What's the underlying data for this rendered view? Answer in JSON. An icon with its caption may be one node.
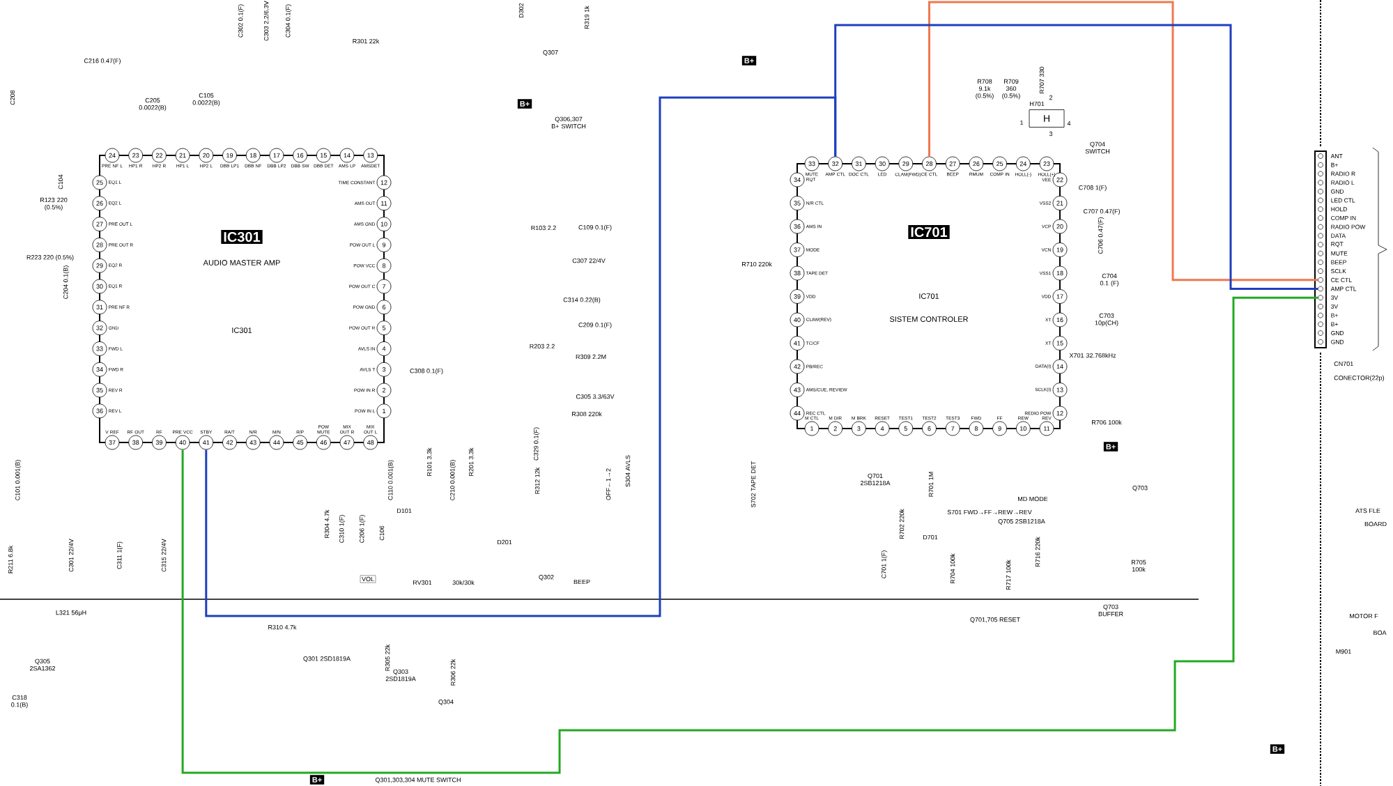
{
  "diagram": {
    "nodes": [
      {
        "text": [
          "IC301",
          "AUDIO MASTER AMP",
          "IC301"
        ]
      },
      {
        "text": [
          "1"
        ],
        "in": 0,
        "beside": [
          "POW IN L"
        ]
      },
      {
        "text": [
          "2"
        ],
        "in": 0,
        "beside": [
          "POW IN R"
        ]
      },
      {
        "text": [
          "3"
        ],
        "in": 0,
        "beside": [
          "AVLS T"
        ]
      },
      {
        "text": [
          "4"
        ],
        "in": 0,
        "beside": [
          "AVLS IN"
        ]
      },
      {
        "text": [
          "5"
        ],
        "in": 0,
        "beside": [
          "POW OUT R"
        ]
      },
      {
        "text": [
          "6"
        ],
        "in": 0,
        "beside": [
          "POW GND"
        ]
      },
      {
        "text": [
          "7"
        ],
        "in": 0,
        "beside": [
          "POW OUT C"
        ]
      },
      {
        "text": [
          "8"
        ],
        "in": 0,
        "beside": [
          "POW VCC"
        ]
      },
      {
        "text": [
          "9"
        ],
        "in": 0,
        "beside": [
          "POW OUT L"
        ]
      },
      {
        "text": [
          "10"
        ],
        "in": 0,
        "beside": [
          "AMS GND"
        ]
      },
      {
        "text": [
          "11"
        ],
        "in": 0,
        "beside": [
          "AMS OUT"
        ]
      },
      {
        "text": [
          "12"
        ],
        "in": 0,
        "beside": [
          "TIME CONSTANT"
        ]
      },
      {
        "text": [
          "13"
        ],
        "in": 0,
        "beside": [
          "AMSDET"
        ]
      },
      {
        "text": [
          "14"
        ],
        "in": 0,
        "beside": [
          "AMS LP"
        ]
      },
      {
        "text": [
          "15"
        ],
        "in": 0,
        "beside": [
          "DBB DET"
        ]
      },
      {
        "text": [
          "16"
        ],
        "in": 0,
        "beside": [
          "DBB SW"
        ]
      },
      {
        "text": [
          "17"
        ],
        "in": 0,
        "beside": [
          "DBB LP2"
        ]
      },
      {
        "text": [
          "18"
        ],
        "in": 0,
        "beside": [
          "DBB NF"
        ]
      },
      {
        "text": [
          "19"
        ],
        "in": 0,
        "beside": [
          "DBB LP1"
        ]
      },
      {
        "text": [
          "20"
        ],
        "in": 0,
        "beside": [
          "HP2 L"
        ]
      },
      {
        "text": [
          "21"
        ],
        "in": 0,
        "beside": [
          "HP1 L"
        ]
      },
      {
        "text": [
          "22"
        ],
        "in": 0,
        "beside": [
          "HP2 R"
        ]
      },
      {
        "text": [
          "23"
        ],
        "in": 0,
        "beside": [
          "HP1 R"
        ]
      },
      {
        "text": [
          "24"
        ],
        "in": 0,
        "beside": [
          "PRE NF L"
        ]
      },
      {
        "text": [
          "25"
        ],
        "in": 0,
        "beside": [
          "EQ1 L"
        ]
      },
      {
        "text": [
          "26"
        ],
        "in": 0,
        "beside": [
          "EQ2 L"
        ]
      },
      {
        "text": [
          "27"
        ],
        "in": 0,
        "beside": [
          "PRE OUT L"
        ]
      },
      {
        "text": [
          "28"
        ],
        "in": 0,
        "beside": [
          "PRE OUT R"
        ]
      },
      {
        "text": [
          "29"
        ],
        "in": 0,
        "beside": [
          "EQ2 R"
        ]
      },
      {
        "text": [
          "30"
        ],
        "in": 0,
        "beside": [
          "EQ1 R"
        ]
      },
      {
        "text": [
          "31"
        ],
        "in": 0,
        "beside": [
          "PRE NF R"
        ]
      },
      {
        "text": [
          "32"
        ],
        "in": 0,
        "beside": [
          "GND"
        ]
      },
      {
        "text": [
          "33"
        ],
        "in": 0,
        "beside": [
          "FWD L"
        ]
      },
      {
        "text": [
          "34"
        ],
        "in": 0,
        "beside": [
          "FWD R"
        ]
      },
      {
        "text": [
          "35"
        ],
        "in": 0,
        "beside": [
          "REV R"
        ]
      },
      {
        "text": [
          "36"
        ],
        "in": 0,
        "beside": [
          "REV L"
        ]
      },
      {
        "text": [
          "37"
        ],
        "in": 0,
        "beside": [
          "V REF"
        ]
      },
      {
        "text": [
          "38"
        ],
        "in": 0,
        "beside": [
          "RF OUT"
        ]
      },
      {
        "text": [
          "39"
        ],
        "in": 0,
        "beside": [
          "RF"
        ]
      },
      {
        "text": [
          "40"
        ],
        "in": 0,
        "beside": [
          "PRE VCC"
        ]
      },
      {
        "text": [
          "41"
        ],
        "in": 0,
        "beside": [
          "STBY"
        ]
      },
      {
        "text": [
          "42"
        ],
        "in": 0,
        "beside": [
          "RA/T"
        ]
      },
      {
        "text": [
          "43"
        ],
        "in": 0,
        "beside": [
          "N/R"
        ]
      },
      {
        "text": [
          "44"
        ],
        "in": 0,
        "beside": [
          "M/N"
        ]
      },
      {
        "text": [
          "45"
        ],
        "in": 0,
        "beside": [
          "R/P"
        ]
      },
      {
        "text": [
          "46"
        ],
        "in": 0,
        "beside": [
          "POW MUTE"
        ]
      },
      {
        "text": [
          "47"
        ],
        "in": 0,
        "beside": [
          "MIX OUT R"
        ]
      },
      {
        "text": [
          "48"
        ],
        "in": 0,
        "beside": [
          "MIX OUT L"
        ]
      },
      {
        "text": [
          "IC701",
          "IC701",
          "SISTEM CONTROLER"
        ]
      },
      {
        "text": [
          "1"
        ],
        "in": 49,
        "beside": [
          "M CTL"
        ]
      },
      {
        "text": [
          "2"
        ],
        "in": 49,
        "beside": [
          "M DIR"
        ]
      },
      {
        "text": [
          "3"
        ],
        "in": 49,
        "beside": [
          "M BRK"
        ]
      },
      {
        "text": [
          "4"
        ],
        "in": 49,
        "beside": [
          "RESET"
        ]
      },
      {
        "text": [
          "5"
        ],
        "in": 49,
        "beside": [
          "TEST1"
        ]
      },
      {
        "text": [
          "6"
        ],
        "in": 49,
        "beside": [
          "TEST2"
        ]
      },
      {
        "text": [
          "7"
        ],
        "in": 49,
        "beside": [
          "TEST3"
        ]
      },
      {
        "text": [
          "8"
        ],
        "in": 49,
        "beside": [
          "FWD"
        ]
      },
      {
        "text": [
          "9"
        ],
        "in": 49,
        "beside": [
          "FF"
        ]
      },
      {
        "text": [
          "10"
        ],
        "in": 49,
        "beside": [
          "REW"
        ]
      },
      {
        "text": [
          "11"
        ],
        "in": 49,
        "beside": [
          "REV"
        ]
      },
      {
        "text": [
          "12"
        ],
        "in": 49,
        "beside": [
          "REDIO POW"
        ]
      },
      {
        "text": [
          "13"
        ],
        "in": 49,
        "beside": [
          "SCLK(I)"
        ]
      },
      {
        "text": [
          "14"
        ],
        "in": 49,
        "beside": [
          "DATA(I)"
        ]
      },
      {
        "text": [
          "15"
        ],
        "in": 49,
        "beside": [
          "XT"
        ]
      },
      {
        "text": [
          "16"
        ],
        "in": 49,
        "beside": [
          "XT"
        ]
      },
      {
        "text": [
          "17"
        ],
        "in": 49,
        "beside": [
          "VDD"
        ]
      },
      {
        "text": [
          "18"
        ],
        "in": 49,
        "beside": [
          "VSS1"
        ]
      },
      {
        "text": [
          "19"
        ],
        "in": 49,
        "beside": [
          "VCN"
        ]
      },
      {
        "text": [
          "20"
        ],
        "in": 49,
        "beside": [
          "VCP"
        ]
      },
      {
        "text": [
          "21"
        ],
        "in": 49,
        "beside": [
          "VSS2"
        ]
      },
      {
        "text": [
          "22"
        ],
        "in": 49,
        "beside": [
          "VEE"
        ]
      },
      {
        "text": [
          "23"
        ],
        "in": 49,
        "beside": [
          "HOLL(+)"
        ]
      },
      {
        "text": [
          "24"
        ],
        "in": 49,
        "beside": [
          "HOLL(-)"
        ]
      },
      {
        "text": [
          "25"
        ],
        "in": 49,
        "beside": [
          "COMP IN"
        ]
      },
      {
        "text": [
          "26"
        ],
        "in": 49,
        "beside": [
          "RMUM"
        ]
      },
      {
        "text": [
          "27"
        ],
        "in": 49,
        "beside": [
          "BEEP"
        ]
      },
      {
        "text": [
          "28"
        ],
        "in": 49,
        "beside": [
          "CE CTL"
        ]
      },
      {
        "text": [
          "29"
        ],
        "in": 49,
        "beside": [
          "CLAM(FWD)"
        ]
      },
      {
        "text": [
          "30"
        ],
        "in": 49,
        "beside": [
          "LED"
        ]
      },
      {
        "text": [
          "31"
        ],
        "in": 49,
        "beside": [
          "DOC CTL"
        ]
      },
      {
        "text": [
          "32"
        ],
        "in": 49,
        "beside": [
          "AMP CTL"
        ]
      },
      {
        "text": [
          "33"
        ],
        "in": 49,
        "beside": [
          "MUTE"
        ]
      },
      {
        "text": [
          "34"
        ],
        "in": 49,
        "beside": [
          "RQT"
        ]
      },
      {
        "text": [
          "35"
        ],
        "in": 49,
        "beside": [
          "N/R CTL"
        ]
      },
      {
        "text": [
          "36"
        ],
        "in": 49,
        "beside": [
          "AMS IN"
        ]
      },
      {
        "text": [
          "37"
        ],
        "in": 49,
        "beside": [
          "MODE"
        ]
      },
      {
        "text": [
          "38"
        ],
        "in": 49,
        "beside": [
          "TAPE DET"
        ]
      },
      {
        "text": [
          "39"
        ],
        "in": 49,
        "beside": [
          "VDD"
        ]
      },
      {
        "text": [
          "40"
        ],
        "in": 49,
        "beside": [
          "CLAW(REV)"
        ]
      },
      {
        "text": [
          "41"
        ],
        "in": 49,
        "beside": [
          "TC/CF"
        ]
      },
      {
        "text": [
          "42"
        ],
        "in": 49,
        "beside": [
          "PB/REC"
        ]
      },
      {
        "text": [
          "43"
        ],
        "in": 49,
        "beside": [
          "AMS/CUE, REVIEW"
        ]
      },
      {
        "text": [
          "44"
        ],
        "in": 49,
        "beside": [
          "REC CTL"
        ]
      },
      {
        "text": [
          "CN701",
          "CONECTOR(22p)"
        ]
      },
      {
        "text": [],
        "shape": "circle",
        "in": 94,
        "beside": [
          "ANT"
        ]
      },
      {
        "text": [],
        "shape": "circle",
        "in": 94,
        "beside": [
          "B+"
        ]
      },
      {
        "text": [],
        "shape": "circle",
        "in": 94,
        "beside": [
          "RADIO R"
        ]
      },
      {
        "text": [],
        "shape": "circle",
        "in": 94,
        "beside": [
          "RADIO L"
        ]
      },
      {
        "text": [],
        "shape": "circle",
        "in": 94,
        "beside": [
          "GND"
        ]
      },
      {
        "text": [],
        "shape": "circle",
        "in": 94,
        "beside": [
          "LED CTL"
        ]
      },
      {
        "text": [],
        "shape": "circle",
        "in": 94,
        "beside": [
          "HOLD"
        ]
      },
      {
        "text": [],
        "shape": "circle",
        "in": 94,
        "beside": [
          "COMP IN"
        ]
      },
      {
        "text": [],
        "shape": "circle",
        "in": 94,
        "beside": [
          "RADIO POW"
        ]
      },
      {
        "text": [],
        "shape": "circle",
        "in": 94,
        "beside": [
          "DATA"
        ]
      },
      {
        "text": [],
        "shape": "circle",
        "in": 94,
        "beside": [
          "RQT"
        ]
      },
      {
        "text": [],
        "shape": "circle",
        "in": 94,
        "beside": [
          "MUTE"
        ]
      },
      {
        "text": [],
        "shape": "circle",
        "in": 94,
        "beside": [
          "BEEP"
        ]
      },
      {
        "text": [],
        "shape": "circle",
        "in": 94,
        "beside": [
          "SCLK"
        ]
      },
      {
        "text": [],
        "shape": "circle",
        "in": 94,
        "beside": [
          "CE CTL"
        ]
      },
      {
        "text": [],
        "shape": "circle",
        "in": 94,
        "beside": [
          "AMP CTL"
        ]
      },
      {
        "text": [],
        "shape": "circle",
        "in": 94,
        "beside": [
          "3V"
        ]
      },
      {
        "text": [],
        "shape": "circle",
        "in": 94,
        "beside": [
          "3V"
        ]
      },
      {
        "text": [],
        "shape": "circle",
        "in": 94,
        "beside": [
          "B+"
        ]
      },
      {
        "text": [],
        "shape": "circle",
        "in": 94,
        "beside": [
          "B+"
        ]
      },
      {
        "text": [],
        "shape": "circle",
        "in": 94,
        "beside": [
          "GND"
        ]
      },
      {
        "text": [],
        "shape": "circle",
        "in": 94,
        "beside": [
          "GND"
        ]
      },
      {
        "text": [
          "H"
        ],
        "beside": [
          "H701",
          "1",
          "2",
          "3",
          "4"
        ]
      }
    ],
    "edges": [
      {
        "from": 77,
        "to": 109,
        "arrow": "none",
        "color": "#f07850"
      },
      {
        "from": 81,
        "to": 110,
        "arrow": "none",
        "color": "#1f3fbf"
      },
      {
        "from": 81,
        "to": 41,
        "arrow": "none",
        "color": "#1f3fbf"
      },
      {
        "from": 40,
        "to": 111,
        "arrow": "none",
        "color": "#22aa22"
      }
    ],
    "labels": [
      "C216 0.47(F)",
      "C205 0.0022(B)",
      "C105 0.0022(B)",
      "C302 0.1(F)",
      "C303 2.2/6.3V",
      "C304 0.1(F)",
      "R301 22k",
      "D302",
      "R319 1k",
      "Q307",
      "B+",
      "Q306,307 B+ SWITCH",
      "B+",
      "C208",
      "C104",
      "R123 220 (0.5%)",
      "R223 220 (0.5%)",
      "C204 0.1(B)",
      "R103 2.2",
      "C109 0.1(F)",
      "C307 22/4V",
      "C314 0.22(B)",
      "R203 2.2",
      "C209 0.1(F)",
      "C308 0.1(F)",
      "R309 2.2M",
      "C305 3.3/63V",
      "R308 220k",
      "C110 0.001(B)",
      "R101 3.3k",
      "C210 0.001(B)",
      "R201 3.3k",
      "C329 0.1(F)",
      "R312 12k",
      "OFF←1→2",
      "S304 AVLS",
      "D101",
      "D201",
      "VOL",
      "RV301",
      "30k/30k",
      "Q302",
      "BEEP",
      "R304 4.7k",
      "C310 1(F)",
      "C206 1(F)",
      "C106",
      "C101 0.001(B)",
      "R211 6.8k",
      "C301 22/4V",
      "C311 1(F)",
      "C315 22/4V",
      "L321 56μH",
      "R310 4.7k",
      "Q305 2SA1362",
      "C318 0.1(B)",
      "Q301 2SD1819A",
      "Q303 2SD1819A",
      "R305 22k",
      "R306 22k",
      "Q304",
      "B+",
      "Q301,303,304 MUTE SWITCH",
      "R708 9.1k (0.5%)",
      "R709 360 (0.5%)",
      "R707 330",
      "Q704 SWITCH",
      "C708 1(F)",
      "C707 0.47(F)",
      "C706 0.47(F)",
      "C704 0.1 (F)",
      "C703 10p(CH)",
      "X701 32.768kHz",
      "R706 100k",
      "B+",
      "R710 220k",
      "S702 TAPE DET",
      "Q701 2SB1218A",
      "R701 1M",
      "R702 220k",
      "D701",
      "C701 1(F)",
      "R704 100k",
      "Q705 2SB1218A",
      "R716 220k",
      "R717 100k",
      "MD MODE",
      "S701 FWD→FF→REW→REV",
      "Q703",
      "R705 100k",
      "Q703 BUFFER",
      "Q701,705 RESET",
      "ATS FLE",
      "BOARD",
      "MOTOR F",
      "BOA",
      "M901",
      "B+"
    ]
  }
}
